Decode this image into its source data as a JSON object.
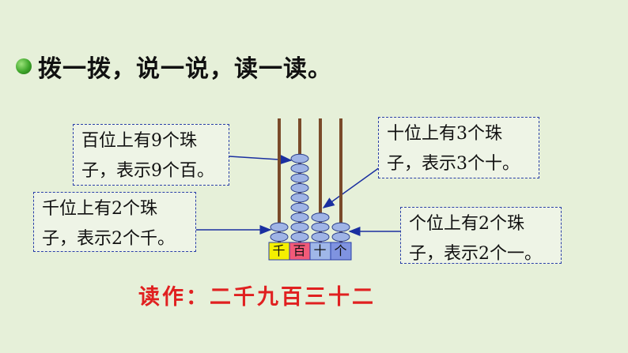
{
  "heading": {
    "text": "拨一拨，说一说，读一读。"
  },
  "callouts": {
    "hundreds": {
      "line1": "百位上有9个珠",
      "line2": "子，表示9个百。"
    },
    "tens": {
      "line1": "十位上有3个珠",
      "line2": "子，表示3个十。"
    },
    "thousands": {
      "line1": "千位上有2个珠",
      "line2": "子，表示2个千。"
    },
    "ones": {
      "line1": "个位上有2个珠",
      "line2": "子，表示2个一。"
    }
  },
  "abacus": {
    "places": [
      {
        "label": "千",
        "beads": 2,
        "color": "#f5f000"
      },
      {
        "label": "百",
        "beads": 9,
        "color": "#f25a78"
      },
      {
        "label": "十",
        "beads": 3,
        "color": "#9fb7e8"
      },
      {
        "label": "个",
        "beads": 2,
        "color": "#7f93e0"
      }
    ],
    "bead_color": "#9fb4e6",
    "rod_color": "#7a4a2a"
  },
  "reading": {
    "text": "读作：二千九百三十二"
  }
}
